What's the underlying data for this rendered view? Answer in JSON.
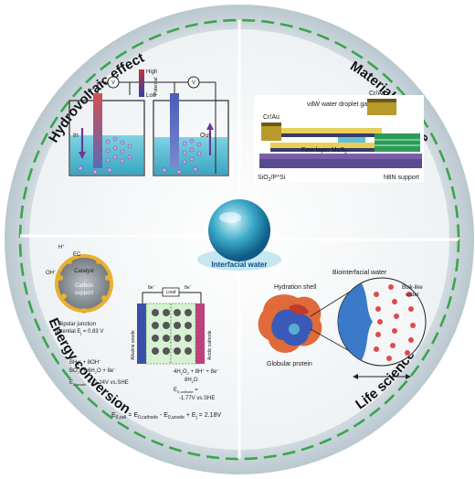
{
  "quadrants": {
    "hydrovoltaic": {
      "title": "Hydrovoltaic effect",
      "labels": {
        "v1": "V",
        "v2": "V",
        "in": "In",
        "out": "Out",
        "high": "High",
        "low": "Low",
        "potential": "Potential"
      }
    },
    "material": {
      "title": "Material science",
      "labels": {
        "gap": "vdW water droplet gap",
        "cr_au_left": "Cr/Au",
        "cr_au_right": "Cr/Au",
        "mos2": "Few-layer MoS",
        "mos2_sub": "2",
        "sio2": "SiO",
        "sio2_sub": "2",
        "sio2_rest": "/P",
        "sio2_sup": "+",
        "sio2_tail": "Si",
        "hbn": "hBN support"
      }
    },
    "energy": {
      "title": "Energy conversion",
      "labels": {
        "h_plus": "H",
        "h_plus_sup": "+",
        "ec": "EC",
        "oh": "OH",
        "oh_sup": "−",
        "catalyst": "Catalyst",
        "carbon": "Carbon",
        "support": "support",
        "bipolar1": "Bipolar junction",
        "bipolar2": "potential E",
        "bipolar2_sub": "j",
        "bipolar2_rest": " = 0.83 V",
        "e_left": "8e",
        "e_left_sup": "−",
        "load": "Load",
        "e_right": "8e",
        "e_right_sup": "−",
        "alkaline": "Alkaline anode",
        "acidic": "Acidic cathode",
        "anode_rx1": "BH",
        "anode_rx1_sub": "4",
        "anode_rx1_sup": "−",
        "anode_rx1_rest": " + 8OH",
        "anode_rx1_sup2": "−",
        "anode_rx2": "BO",
        "anode_rx2_sub": "2",
        "anode_rx2_sup": "−",
        "anode_rx2_rest": " + 6H",
        "anode_rx2_sub2": "2",
        "anode_rx2_tail": "O + 8e",
        "anode_rx2_sup2": "−",
        "e_anode": "E",
        "e_anode_sub": "0,anode",
        "e_anode_rest": " = -1.24V vs.SHE",
        "cathode_rx1": "4H",
        "cathode_rx1_sub": "2",
        "cathode_rx1_rest": "O",
        "cathode_rx1_sub2": "2",
        "cathode_rx1_tail": " + 8H",
        "cathode_rx1_sup": "+",
        "cathode_rx1_end": " + 8e",
        "cathode_rx1_sup2": "−",
        "cathode_rx2": "8H",
        "cathode_rx2_sub": "2",
        "cathode_rx2_rest": "O",
        "e_cathode": "E",
        "e_cathode_sub": "0,cathode",
        "e_cathode_rest": " =",
        "e_cathode_val": "-1.77V vs.SHE",
        "cell_eq": "E",
        "cell_eq_sub": "0,cell",
        "cell_eq_mid": " = E",
        "cell_eq_sub2": "0,cathode",
        "cell_eq_mid2": " - E",
        "cell_eq_sub3": "0,anode",
        "cell_eq_mid3": " + E",
        "cell_eq_sub4": "j",
        "cell_eq_end": " = 2.18V"
      }
    },
    "life": {
      "title": "Life science",
      "labels": {
        "hydration": "Hydration shell",
        "bio": "Biointerfacial water",
        "bulk1": "Bulk-like",
        "bulk2": "water",
        "protein": "Globular protein"
      }
    }
  },
  "center": {
    "label": "Interfacial water"
  },
  "colors": {
    "dashed_ring": "#3aa54a",
    "outer_ring": "#c3d0d8",
    "water": "#5fc3d6",
    "electrode_red": "#b23a3a",
    "electrode_blue": "#3a4fa8",
    "cr_au": "#b79a2a",
    "mos2": "#7a5fa8",
    "hbn": "#2e9a5a",
    "catalyst": "#e8b030"
  }
}
